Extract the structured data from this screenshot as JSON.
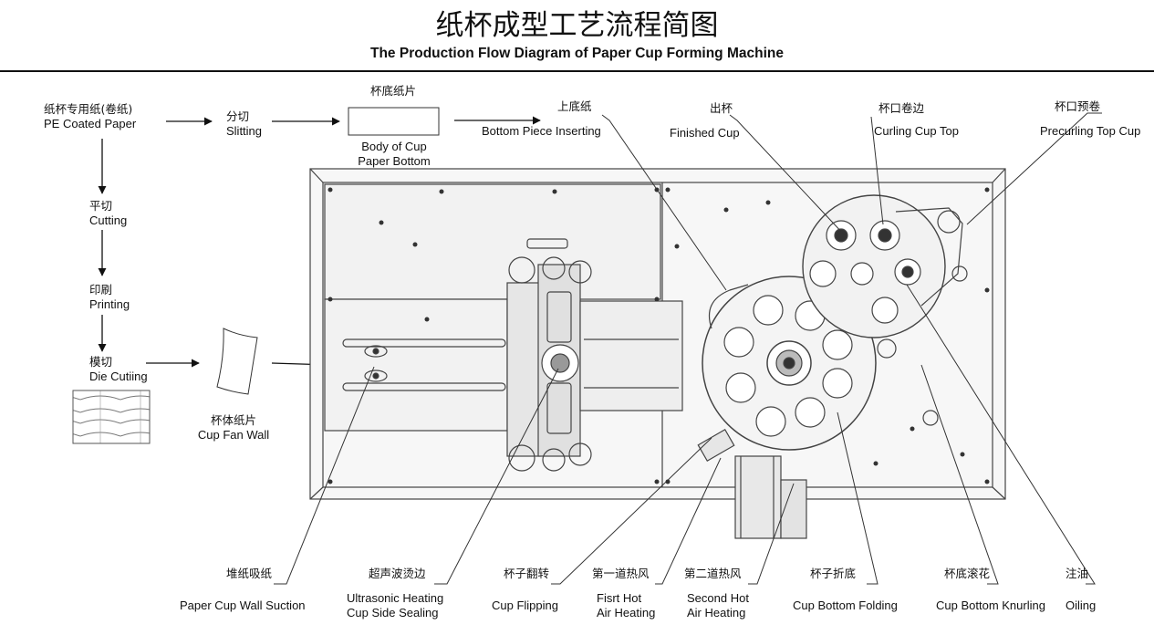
{
  "title": {
    "cn": "纸杯成型工艺流程简图",
    "en": "The Production Flow Diagram of Paper Cup Forming Machine"
  },
  "flow": {
    "pe_paper": {
      "cn": "纸杯专用纸(卷纸)",
      "en": "PE Coated Paper"
    },
    "slitting": {
      "cn": "分切",
      "en": "Slitting"
    },
    "bottom_paper": {
      "cn": "杯底纸片",
      "en1": "Body of Cup",
      "en2": "Paper Bottom"
    },
    "cutting": {
      "cn": "平切",
      "en": "Cutting"
    },
    "printing": {
      "cn": "印刷",
      "en": "Printing"
    },
    "die_cutting": {
      "cn": "模切",
      "en": "Die Cutiing"
    },
    "fan_wall": {
      "cn": "杯体纸片",
      "en": "Cup Fan Wall"
    }
  },
  "top_labels": {
    "bottom_inserting": {
      "cn": "上底纸",
      "en": "Bottom Piece Inserting"
    },
    "finished_cup": {
      "cn": "出杯",
      "en": "Finished Cup"
    },
    "curling": {
      "cn": "杯口卷边",
      "en": "Curling Cup Top"
    },
    "precurling": {
      "cn": "杯口预卷",
      "en": "Precurling Top Cup"
    }
  },
  "bottom_labels": {
    "suction": {
      "cn": "堆纸吸纸",
      "en": "Paper Cup Wall Suction"
    },
    "ultrasonic": {
      "cn": "超声波烫边",
      "en1": "Ultrasonic Heating",
      "en2": "Cup Side Sealing"
    },
    "flipping": {
      "cn": "杯子翻转",
      "en": "Cup Flipping"
    },
    "first_hot": {
      "cn": "第一道热风",
      "en1": "Fisrt Hot",
      "en2": "Air Heating"
    },
    "second_hot": {
      "cn": "第二道热风",
      "en1": "Second Hot",
      "en2": "Air Heating"
    },
    "folding": {
      "cn": "杯子折底",
      "en": "Cup Bottom Folding"
    },
    "knurling": {
      "cn": "杯底滚花",
      "en": "Cup Bottom Knurling"
    },
    "oiling": {
      "cn": "注油",
      "en": "Oiling"
    }
  },
  "colors": {
    "line": "#222222",
    "machine": "#555555",
    "panel": "#ececec"
  }
}
